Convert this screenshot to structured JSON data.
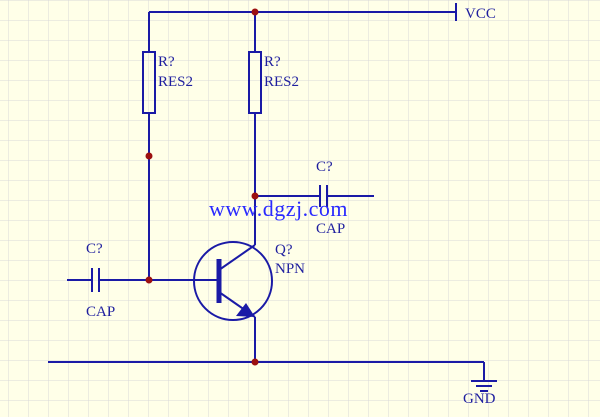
{
  "schematic": {
    "net_labels": {
      "vcc": "VCC",
      "gnd": "GND"
    },
    "resistor_left": {
      "designator": "R?",
      "type": "RES2"
    },
    "resistor_right": {
      "designator": "R?",
      "type": "RES2"
    },
    "capacitor_input": {
      "designator": "C?",
      "type": "CAP"
    },
    "capacitor_output": {
      "designator": "C?",
      "type": "CAP"
    },
    "transistor": {
      "designator": "Q?",
      "type": "NPN"
    },
    "watermark": "www.dgzj.com",
    "colors": {
      "background": "#ffffe8",
      "grid": "#d9d9d9",
      "wire": "#1a1aa6",
      "junction": "#9c1010",
      "label": "#1f1f9f",
      "watermark": "#2a2aff"
    }
  }
}
